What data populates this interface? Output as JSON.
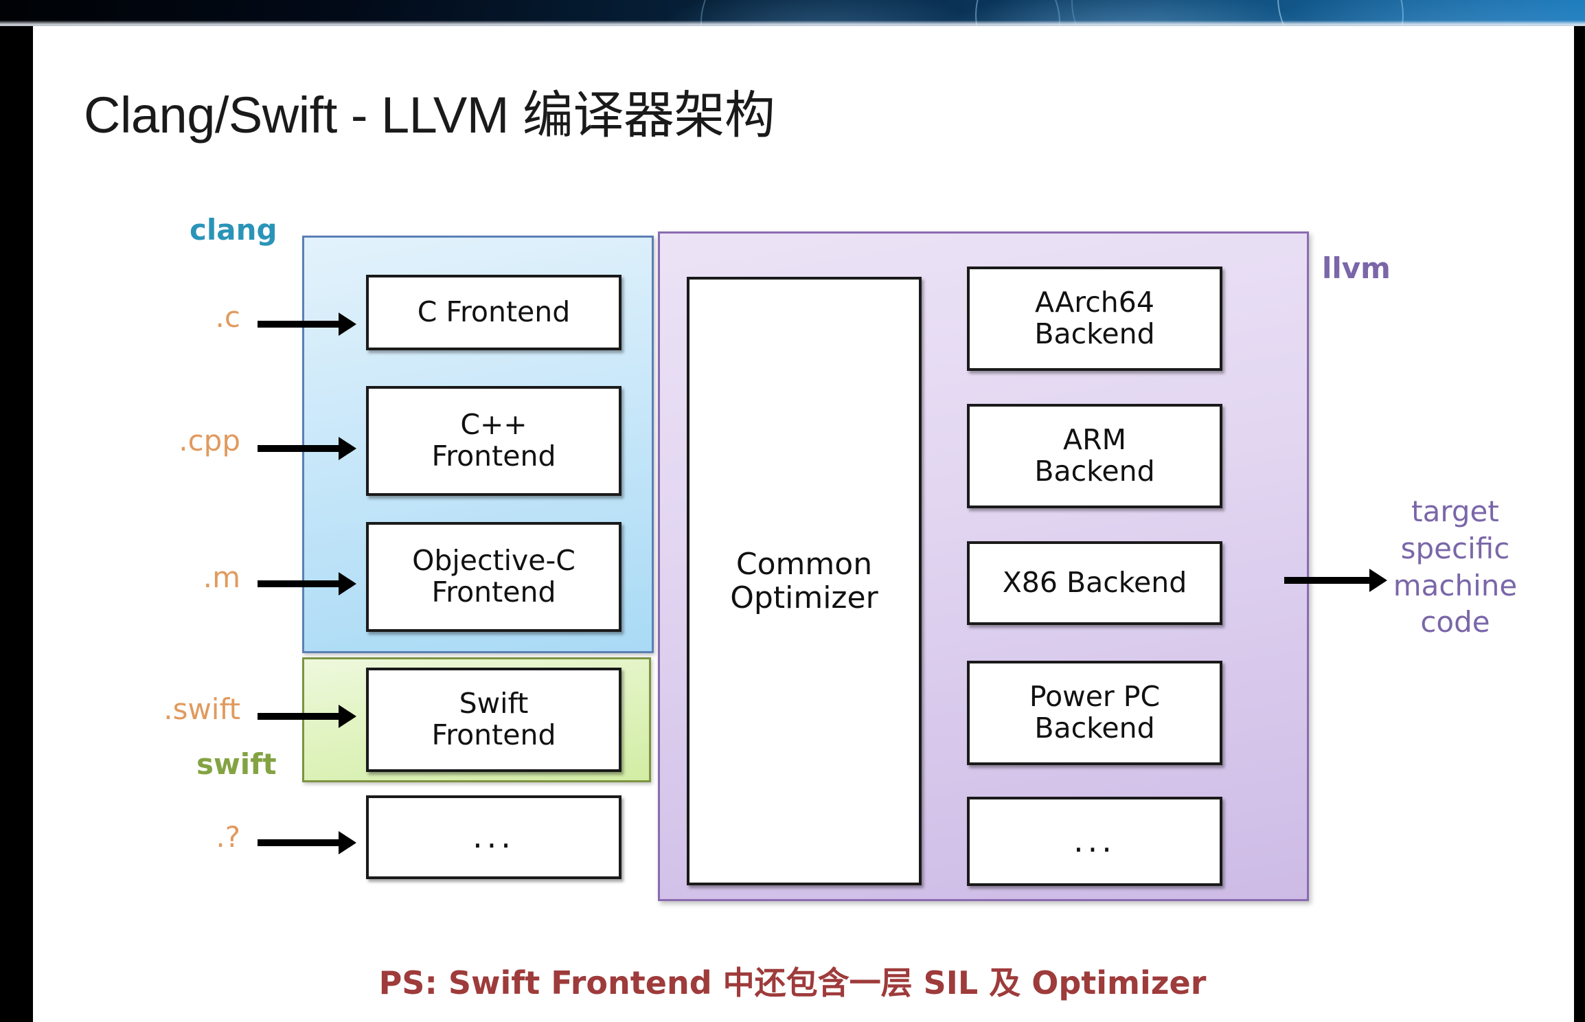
{
  "slide": {
    "title": "Clang/Swift - LLVM 编译器架构",
    "footer_note": "PS: Swift Frontend 中还包含一层 SIL 及 Optimizer"
  },
  "colors": {
    "clang_label": "#2a94b8",
    "swift_label": "#83a343",
    "llvm_label": "#7a66a8",
    "extension_label": "#e09a5e",
    "output_label": "#7a66a8",
    "footer_note": "#9e3b3b",
    "clang_group_fill": "#a9daf5",
    "swift_group_fill": "#d2eda4",
    "llvm_group_fill": "#cdbbe6",
    "node_border": "#1a1a1a",
    "node_fill": "#ffffff"
  },
  "groups": {
    "clang": {
      "label": "clang"
    },
    "swift": {
      "label": "swift"
    },
    "llvm": {
      "label": "llvm"
    }
  },
  "inputs": [
    {
      "label": ".c"
    },
    {
      "label": ".cpp"
    },
    {
      "label": ".m"
    },
    {
      "label": ".swift"
    },
    {
      "label": ".?"
    }
  ],
  "frontends": [
    {
      "label": "C Frontend"
    },
    {
      "label": "C++\nFrontend"
    },
    {
      "label": "Objective-C\nFrontend"
    },
    {
      "label": "Swift\nFrontend"
    },
    {
      "label": "..."
    }
  ],
  "optimizer": {
    "label": "Common\nOptimizer"
  },
  "backends": [
    {
      "label": "AArch64\nBackend"
    },
    {
      "label": "ARM\nBackend"
    },
    {
      "label": "X86 Backend"
    },
    {
      "label": "Power PC\nBackend"
    },
    {
      "label": "..."
    }
  ],
  "output": {
    "label": "target\nspecific\nmachine\ncode"
  }
}
